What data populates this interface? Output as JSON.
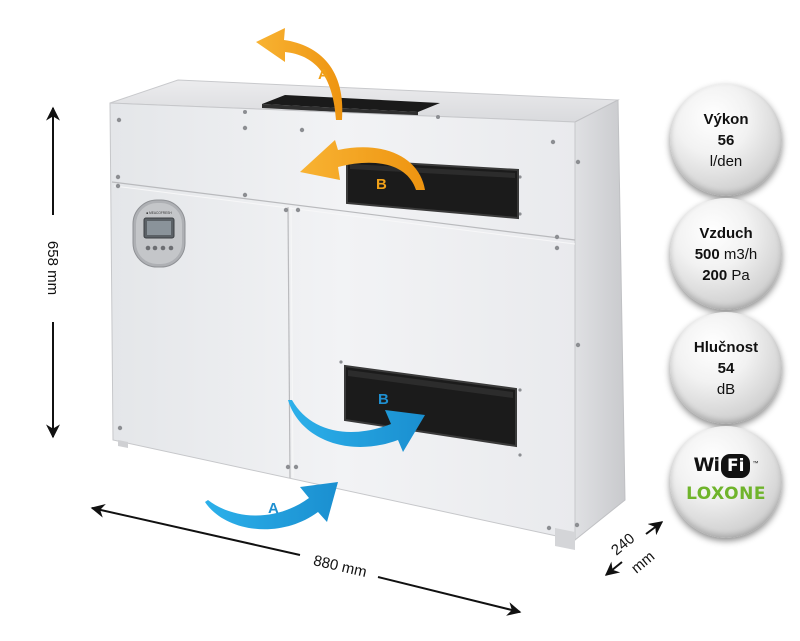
{
  "dimensions": {
    "height": "658 mm",
    "width": "880 mm",
    "depth_value": "240",
    "depth_unit": "mm"
  },
  "airflow_labels": {
    "top_exhaust": "A",
    "upper_return": "B",
    "front_intake": "B",
    "bottom_intake": "A"
  },
  "controller": {
    "brand_text": "■ MEACOFRESH"
  },
  "badges": {
    "vykon": {
      "label": "Výkon",
      "value": "56",
      "unit": "l/den"
    },
    "vzduch": {
      "label": "Vzduch",
      "flow_value": "500",
      "flow_unit": " m3/h",
      "pressure_value": "200",
      "pressure_unit": " Pa"
    },
    "hlucnost": {
      "label": "Hlučnost",
      "value": "54",
      "unit": "dB"
    },
    "logo": {
      "wifi_wi": "Wi",
      "wifi_fi": "Fi",
      "tm": "™",
      "brand": "LOXONE"
    }
  },
  "colors": {
    "orange_arrow": "#f3a21a",
    "blue_arrow": "#22a0dc",
    "loxone_green": "#6fb42b"
  }
}
